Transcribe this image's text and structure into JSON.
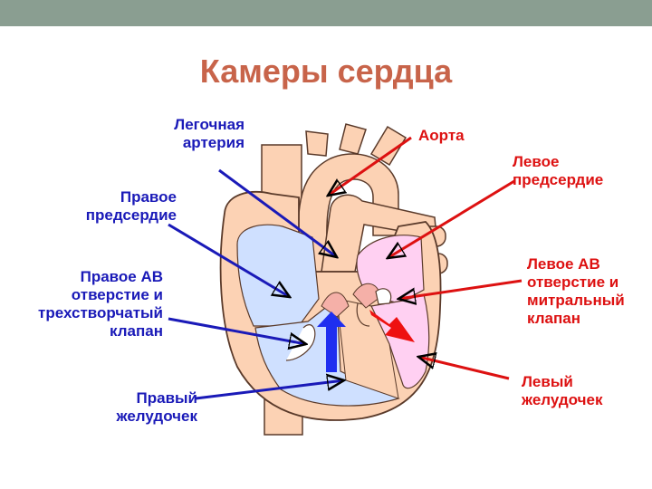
{
  "slide": {
    "title": "Камеры сердца"
  },
  "labels": {
    "pulmonary_artery": "Легочная\nартерия",
    "right_atrium": "Правое\nпредсердие",
    "right_av": "Правое АВ\nотверстие и\nтрехстворчатый\nклапан",
    "right_ventricle": "Правый\nжелудочек",
    "aorta": "Аорта",
    "left_atrium": "Левое\nпредсердие",
    "left_av": "Левое АВ\nотверстие и\nмитральный\nклапан",
    "left_ventricle": "Левый\nжелудочек"
  },
  "colors": {
    "title": "#c8644a",
    "left_side_pointers": "#1a1ab8",
    "right_side_pointers": "#dd1111",
    "tissue": "#fcd2b4",
    "deoxygenated_blood": "#cfe0ff",
    "oxygenated_blood": "#ffd0f2",
    "top_bar": "#8a9e91"
  }
}
